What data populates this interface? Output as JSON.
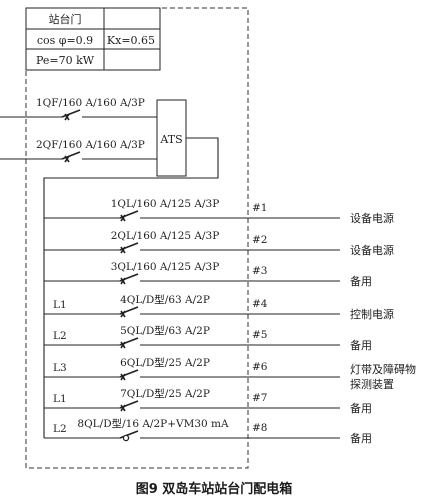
{
  "table": {
    "name": "站台门",
    "cos_phi": "cos φ=0.9",
    "kx": "Kx=0.65",
    "pe": "Pe=70 kW"
  },
  "incomers": [
    {
      "label": "1QF/160 A/160 A/3P"
    },
    {
      "label": "2QF/160 A/160 A/3P"
    }
  ],
  "ats_label": "ATS",
  "feeders": [
    {
      "phase": "",
      "breaker": "1QL/160 A/125 A/3P",
      "circuit": "#1",
      "load": [
        "设备电源"
      ]
    },
    {
      "phase": "",
      "breaker": "2QL/160 A/125 A/3P",
      "circuit": "#2",
      "load": [
        "设备电源"
      ]
    },
    {
      "phase": "",
      "breaker": "3QL/160 A/125 A/3P",
      "circuit": "#3",
      "load": [
        "备用"
      ]
    },
    {
      "phase": "L1",
      "breaker": "4QL/D型/63 A/2P",
      "circuit": "#4",
      "load": [
        "控制电源"
      ]
    },
    {
      "phase": "L2",
      "breaker": "5QL/D型/63 A/2P",
      "circuit": "#5",
      "load": [
        "备用"
      ]
    },
    {
      "phase": "L3",
      "breaker": "6QL/D型/25 A/2P",
      "circuit": "#6",
      "load": [
        "灯带及障碍物",
        "探测装置"
      ]
    },
    {
      "phase": "L1",
      "breaker": "7QL/D型/25 A/2P",
      "circuit": "#7",
      "load": [
        "备用"
      ]
    },
    {
      "phase": "L2",
      "breaker": "8QL/D型/16 A/2P+VM30 mA",
      "circuit": "#8",
      "load": [
        "备用"
      ]
    }
  ],
  "caption": "图9   双岛车站站台门配电箱"
}
